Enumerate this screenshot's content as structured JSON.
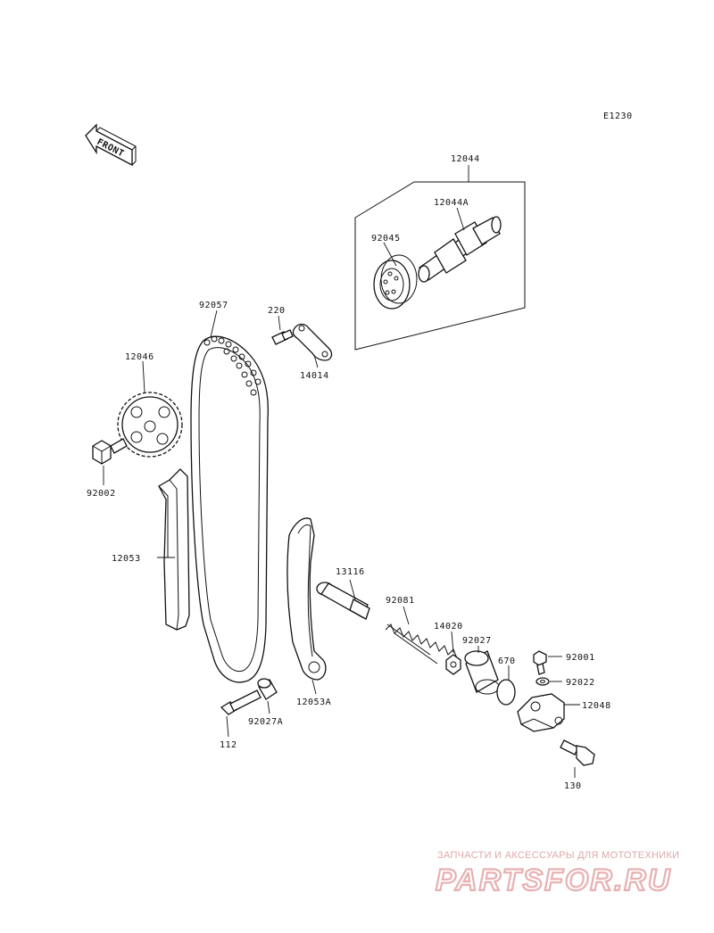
{
  "diagram_code": "E1230",
  "front_label": "FRONT",
  "parts": {
    "p12044": "12044",
    "p12044A": "12044A",
    "p92045": "92045",
    "p92057": "92057",
    "p220": "220",
    "p14014": "14014",
    "p12046": "12046",
    "p92002": "92002",
    "p12053": "12053",
    "p13116": "13116",
    "p92081": "92081",
    "p14020": "14020",
    "p92027": "92027",
    "p670": "670",
    "p92001": "92001",
    "p92022": "92022",
    "p12048": "12048",
    "p12053A": "12053A",
    "p112": "112",
    "p92027A": "92027A",
    "p130": "130"
  },
  "watermark": {
    "tagline": "ЗАПЧАСТИ И АКСЕССУАРЫ ДЛЯ МОТОТЕХНИКИ",
    "brand": "PARTSFOR.RU"
  }
}
